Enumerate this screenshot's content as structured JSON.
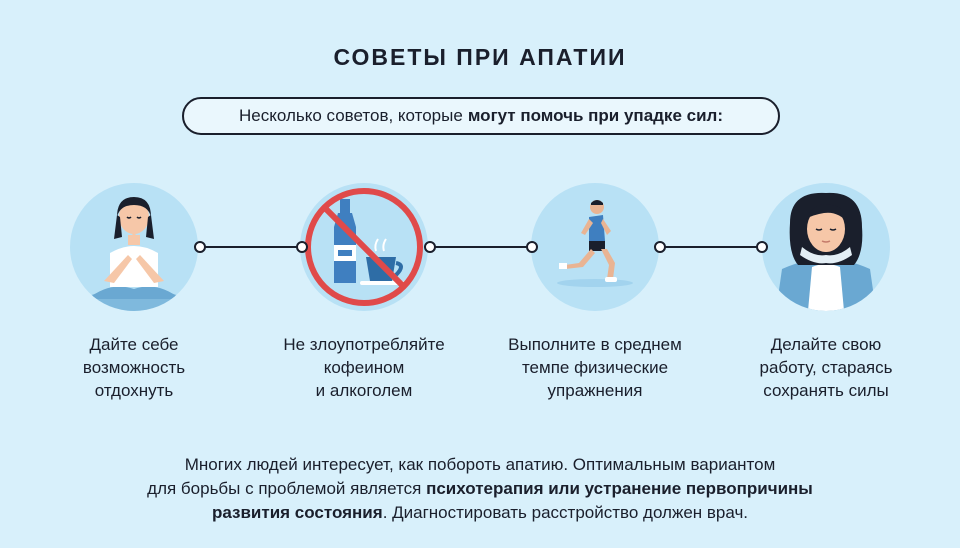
{
  "title": "СОВЕТЫ ПРИ АПАТИИ",
  "subtitle": {
    "regular": "Несколько советов, которые",
    "bold": "могут помочь при упадке сил:"
  },
  "tips": [
    {
      "icon": "meditation-icon",
      "lines": [
        "Дайте себе",
        "возможность",
        "отдохнуть"
      ]
    },
    {
      "icon": "no-caffeine-alcohol-icon",
      "lines": [
        "Не злоупотребляйте",
        "кофеином",
        "и алкоголем"
      ]
    },
    {
      "icon": "running-icon",
      "lines": [
        "Выполните в среднем",
        "темпе физические",
        "упражнения"
      ]
    },
    {
      "icon": "calm-woman-icon",
      "lines": [
        "Делайте свою",
        "работу, стараясь",
        "сохранять силы"
      ]
    }
  ],
  "footer": {
    "line1": "Многих людей интересует, как побороть апатию. Оптимальным вариантом",
    "line2_regular": "для борьбы с проблемой является",
    "line2_bold": "психотерапия или устранение первопричины",
    "line3_bold": "развития состояния",
    "line3_regular": ". Диагностировать расстройство должен врач."
  },
  "colors": {
    "background": "#d8f0fb",
    "circle": "#b8e1f5",
    "prohibit_red": "#e04a4a",
    "text": "#1a1f2c"
  }
}
